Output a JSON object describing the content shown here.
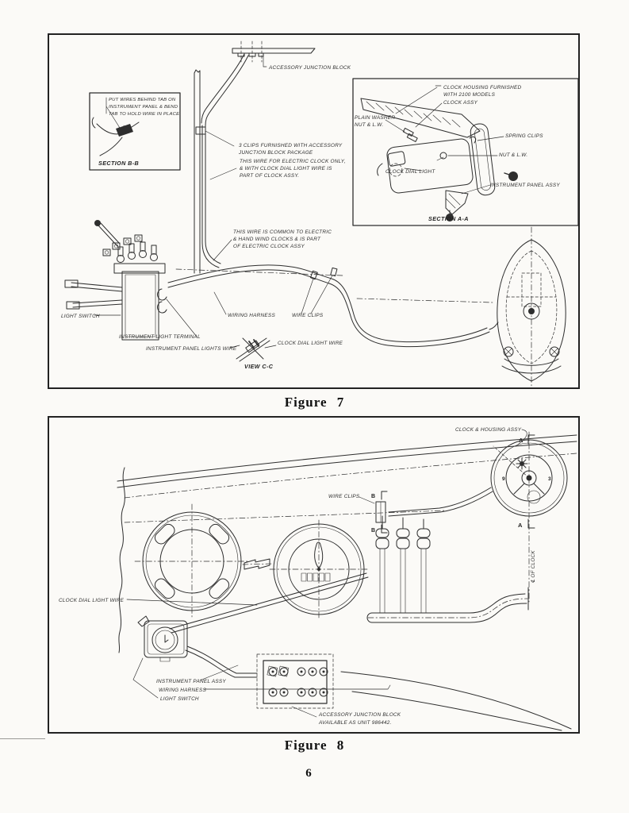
{
  "page": {
    "number": "6"
  },
  "figure7": {
    "caption": "Figure 7",
    "labels": {
      "accessory_junction_block": "ACCESSORY JUNCTION BLOCK",
      "clips_note": [
        "3 CLIPS FURNISHED WITH ACCESSORY",
        "JUNCTION BLOCK PACKAGE"
      ],
      "electric_note": [
        "THIS WIRE FOR ELECTRIC CLOCK ONLY,",
        "& WITH CLOCK DIAL LIGHT WIRE IS",
        "PART OF CLOCK ASSY."
      ],
      "common_note": [
        "THIS WIRE IS COMMON TO ELECTRIC",
        "& HAND WIND CLOCKS & IS PART",
        "OF ELECTRIC CLOCK ASSY"
      ],
      "light_switch": "LIGHT SWITCH",
      "wiring_harness": "WIRING HARNESS",
      "wire_clips": "WIRE CLIPS",
      "instrument_light_terminal": "INSTRUMENT LIGHT TERMINAL",
      "instrument_panel_lights_wire": "INSTRUMENT PANEL LIGHTS WIRE",
      "clock_dial_light_wire": "CLOCK DIAL LIGHT WIRE",
      "view_cc": "VIEW C-C"
    },
    "section_bb": {
      "note": [
        "PUT WIRES BEHIND TAB ON",
        "INSTRUMENT PANEL & BEND",
        "TAB TO HOLD WIRE IN PLACE"
      ],
      "caption": "SECTION B-B"
    },
    "section_aa": {
      "clock_housing_note": [
        "CLOCK HOUSING FURNISHED",
        "WITH 2100 MODELS"
      ],
      "clock_assy": "CLOCK ASSY",
      "plain_washer": [
        "PLAIN WASHER",
        "NUT & L.W."
      ],
      "spring_clips": "SPRING CLIPS",
      "nut_lw": "NUT & L.W.",
      "clock_dial_light": "CLOCK DIAL LIGHT",
      "instrument_panel_assy": "INSTRUMENT PANEL ASSY",
      "caption": "SECTION A-A"
    }
  },
  "figure8": {
    "caption": "Figure 8",
    "labels": {
      "clock_housing_assy": "CLOCK & HOUSING ASSY",
      "wire_clips": "WIRE CLIPS",
      "clock_dial_light_wire": "CLOCK DIAL LIGHT WIRE",
      "instrument_panel_assy": "INSTRUMENT PANEL ASSY",
      "wiring_harness": "WIRING HARNESS",
      "light_switch": "LIGHT SWITCH",
      "junction_note": [
        "ACCESSORY JUNCTION BLOCK",
        "AVAILABLE AS UNIT 986442."
      ],
      "centerline": "℄ OF CLOCK",
      "section_marker_a": "A",
      "section_marker_b": "B",
      "clock_nine": "9",
      "clock_three": "3"
    }
  }
}
